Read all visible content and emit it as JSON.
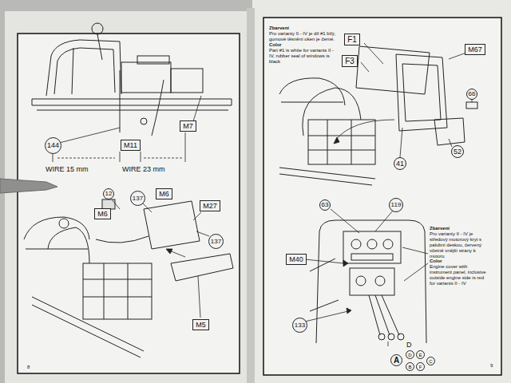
{
  "diagram": {
    "nodes": [
      {
        "text": [
          "144"
        ]
      },
      {
        "text": [
          "M11"
        ]
      },
      {
        "text": [
          "M7"
        ]
      },
      {
        "text": [
          "12"
        ]
      },
      {
        "text": [
          "137"
        ]
      },
      {
        "text": [
          "M6"
        ]
      },
      {
        "text": [
          "M6"
        ]
      },
      {
        "text": [
          "M27"
        ]
      },
      {
        "text": [
          "137"
        ]
      },
      {
        "text": [
          "M5"
        ]
      },
      {
        "text": [
          "F1"
        ]
      },
      {
        "text": [
          "F3"
        ]
      },
      {
        "text": [
          "M67"
        ]
      },
      {
        "text": [
          "66"
        ]
      },
      {
        "text": [
          "41"
        ]
      },
      {
        "text": [
          "52"
        ]
      },
      {
        "text": [
          "63"
        ]
      },
      {
        "text": [
          "119"
        ]
      },
      {
        "text": [
          "M40"
        ]
      },
      {
        "text": [
          "133"
        ]
      },
      {
        "text": [
          "A"
        ]
      },
      {
        "text": [
          "D"
        ]
      },
      {
        "text": [
          "E"
        ]
      },
      {
        "text": [
          "B"
        ]
      },
      {
        "text": [
          "F"
        ]
      },
      {
        "text": [
          "C"
        ]
      }
    ],
    "labels": [
      "WIRE 15 mm",
      "WIRE 23 mm",
      "8",
      "Zbarvení",
      "Pro varianty II.- IV je díl #1 bílý, gumové těsnění oken je černé.",
      "Color",
      "Part #1 is white for variants II - IV, rubber seal of windows is black",
      "Zbarvení",
      "Pro varianty II - IV je středový motorový kryt s palubní deskou, červený včetně vnější strany k motoru",
      "Color",
      "Engine cover with instrument panel, inclusive outside engine side is red for variants II - IV",
      "D",
      "9"
    ]
  }
}
